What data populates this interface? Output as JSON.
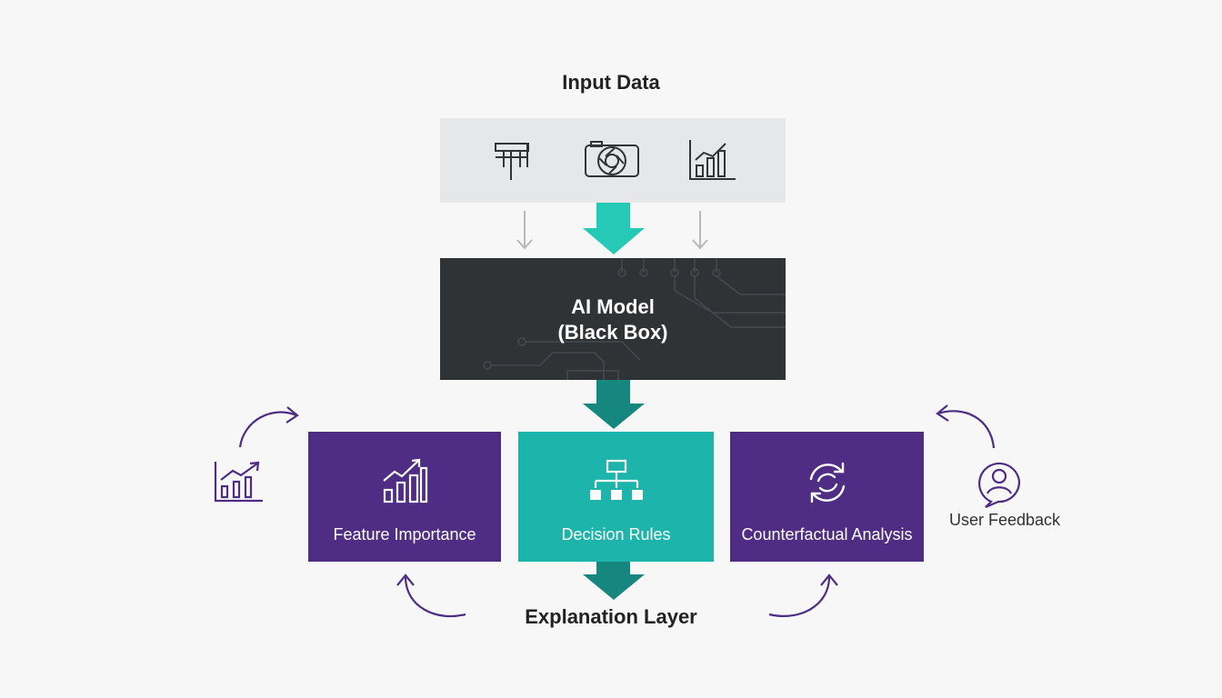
{
  "input": {
    "title": "Input Data",
    "icons": [
      "text-data-icon",
      "camera-image-icon",
      "bar-chart-icon"
    ]
  },
  "model": {
    "line1": "AI Model",
    "line2": "(Black Box)"
  },
  "cards": {
    "feature": "Feature Importance",
    "rules": "Decision Rules",
    "counterfactual": "Counterfactual Analysis"
  },
  "explanation_title": "Explanation Layer",
  "user_feedback": "User Feedback",
  "colors": {
    "purple": "#4f2d85",
    "teal": "#1db5ab",
    "teal_dark": "#16877f",
    "dark": "#2f3336",
    "light_gray": "#e6e7e8"
  }
}
